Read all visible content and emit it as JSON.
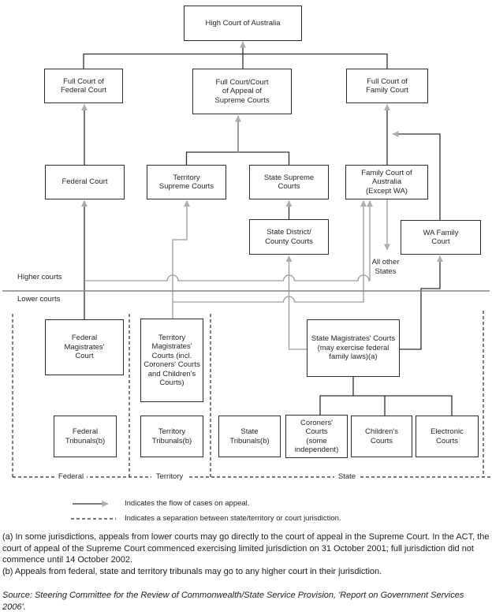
{
  "diagram": {
    "boxes": {
      "high_court": "High Court of Australia",
      "full_federal": "Full Court of\nFederal Court",
      "full_supreme": "Full Court/Court\nof Appeal of\nSupreme Courts",
      "full_family": "Full Court of\nFamily Court",
      "federal_court": "Federal Court",
      "territory_supreme": "Territory\nSupreme Courts",
      "state_supreme": "State Supreme\nCourts",
      "family_court_aus": "Family Court of\nAustralia\n(Except WA)",
      "state_district": "State District/\nCounty Courts",
      "wa_family": "WA Family\nCourt",
      "federal_magistrates": "Federal\nMagistrates'\nCourt",
      "territory_magistrates": "Territory\nMagistrates'\nCourts (incl.\nCoroners' Courts\nand Children's\nCourts)",
      "state_magistrates": "State Magistrates' Courts\n(may exercise federal\nfamily laws)(a)",
      "federal_tribunals": "Federal\nTribunals(b)",
      "territory_tribunals": "Territory\nTribunals(b)",
      "state_tribunals": "State\nTribunals(b)",
      "coroners_courts": "Coroners'\nCourts\n(some\nindependent)",
      "childrens_courts": "Children's\nCourts",
      "electronic_courts": "Electronic\nCourts"
    },
    "labels": {
      "higher_courts": "Higher courts",
      "lower_courts": "Lower courts",
      "all_other_states": "All other\nStates",
      "zone_federal": "Federal",
      "zone_territory": "Territory",
      "zone_state": "State"
    },
    "legend": {
      "flow": "Indicates the flow of cases on appeal.",
      "separation": "Indicates a separation between state/territory or court jurisdiction."
    },
    "footnotes": {
      "a": "(a) In some jurisdictions, appeals from lower courts may go directly to the court of appeal in the Supreme Court. In the ACT, the court of appeal of the Supreme Court commenced exercising limited jurisdiction on 31 October 2001; full jurisdiction did not commence until 14 October 2002.",
      "b": "(b) Appeals from federal, state and territory tribunals may go to any higher court in their jurisdiction."
    },
    "source": "Source: Steering Committee for the Review of Commonwealth/State Service Provision, 'Report on Government Services 2006'.",
    "colors": {
      "line_dark": "#352d28",
      "line_gray": "#a19999",
      "arrowhead": "#b3abab",
      "separator": "#8a8484"
    }
  }
}
